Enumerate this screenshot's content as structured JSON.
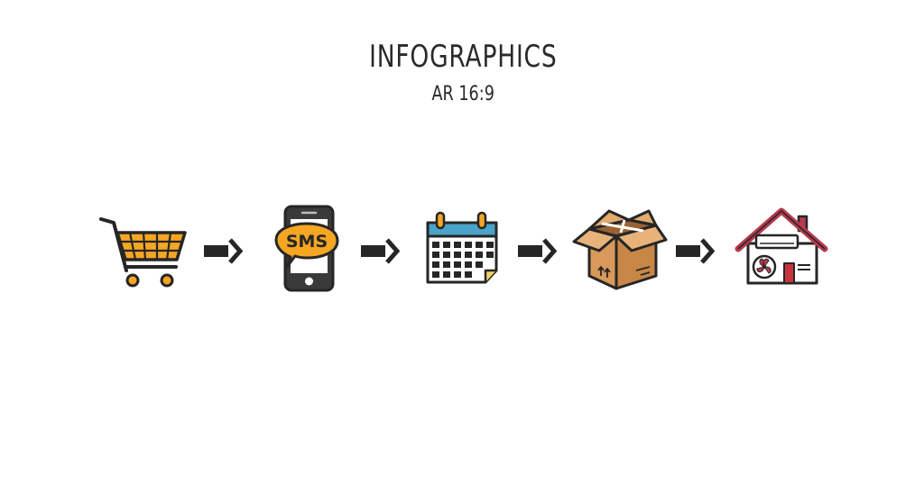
{
  "header": {
    "title": "INFOGRAPHICS",
    "subtitle": "AR 16:9"
  },
  "steps": [
    {
      "icon": "shopping-cart-icon"
    },
    {
      "icon": "smartphone-sms-icon",
      "text": "SMS"
    },
    {
      "icon": "calendar-icon"
    },
    {
      "icon": "cardboard-box-icon"
    },
    {
      "icon": "house-air-conditioner-icon"
    }
  ],
  "colors": {
    "outline": "#262626",
    "orange": "#f5a623",
    "calendar_blue": "#4ba3c9",
    "box_brown": "#d8995a",
    "roof_red": "#b53a4e",
    "door_red": "#c8343e"
  }
}
